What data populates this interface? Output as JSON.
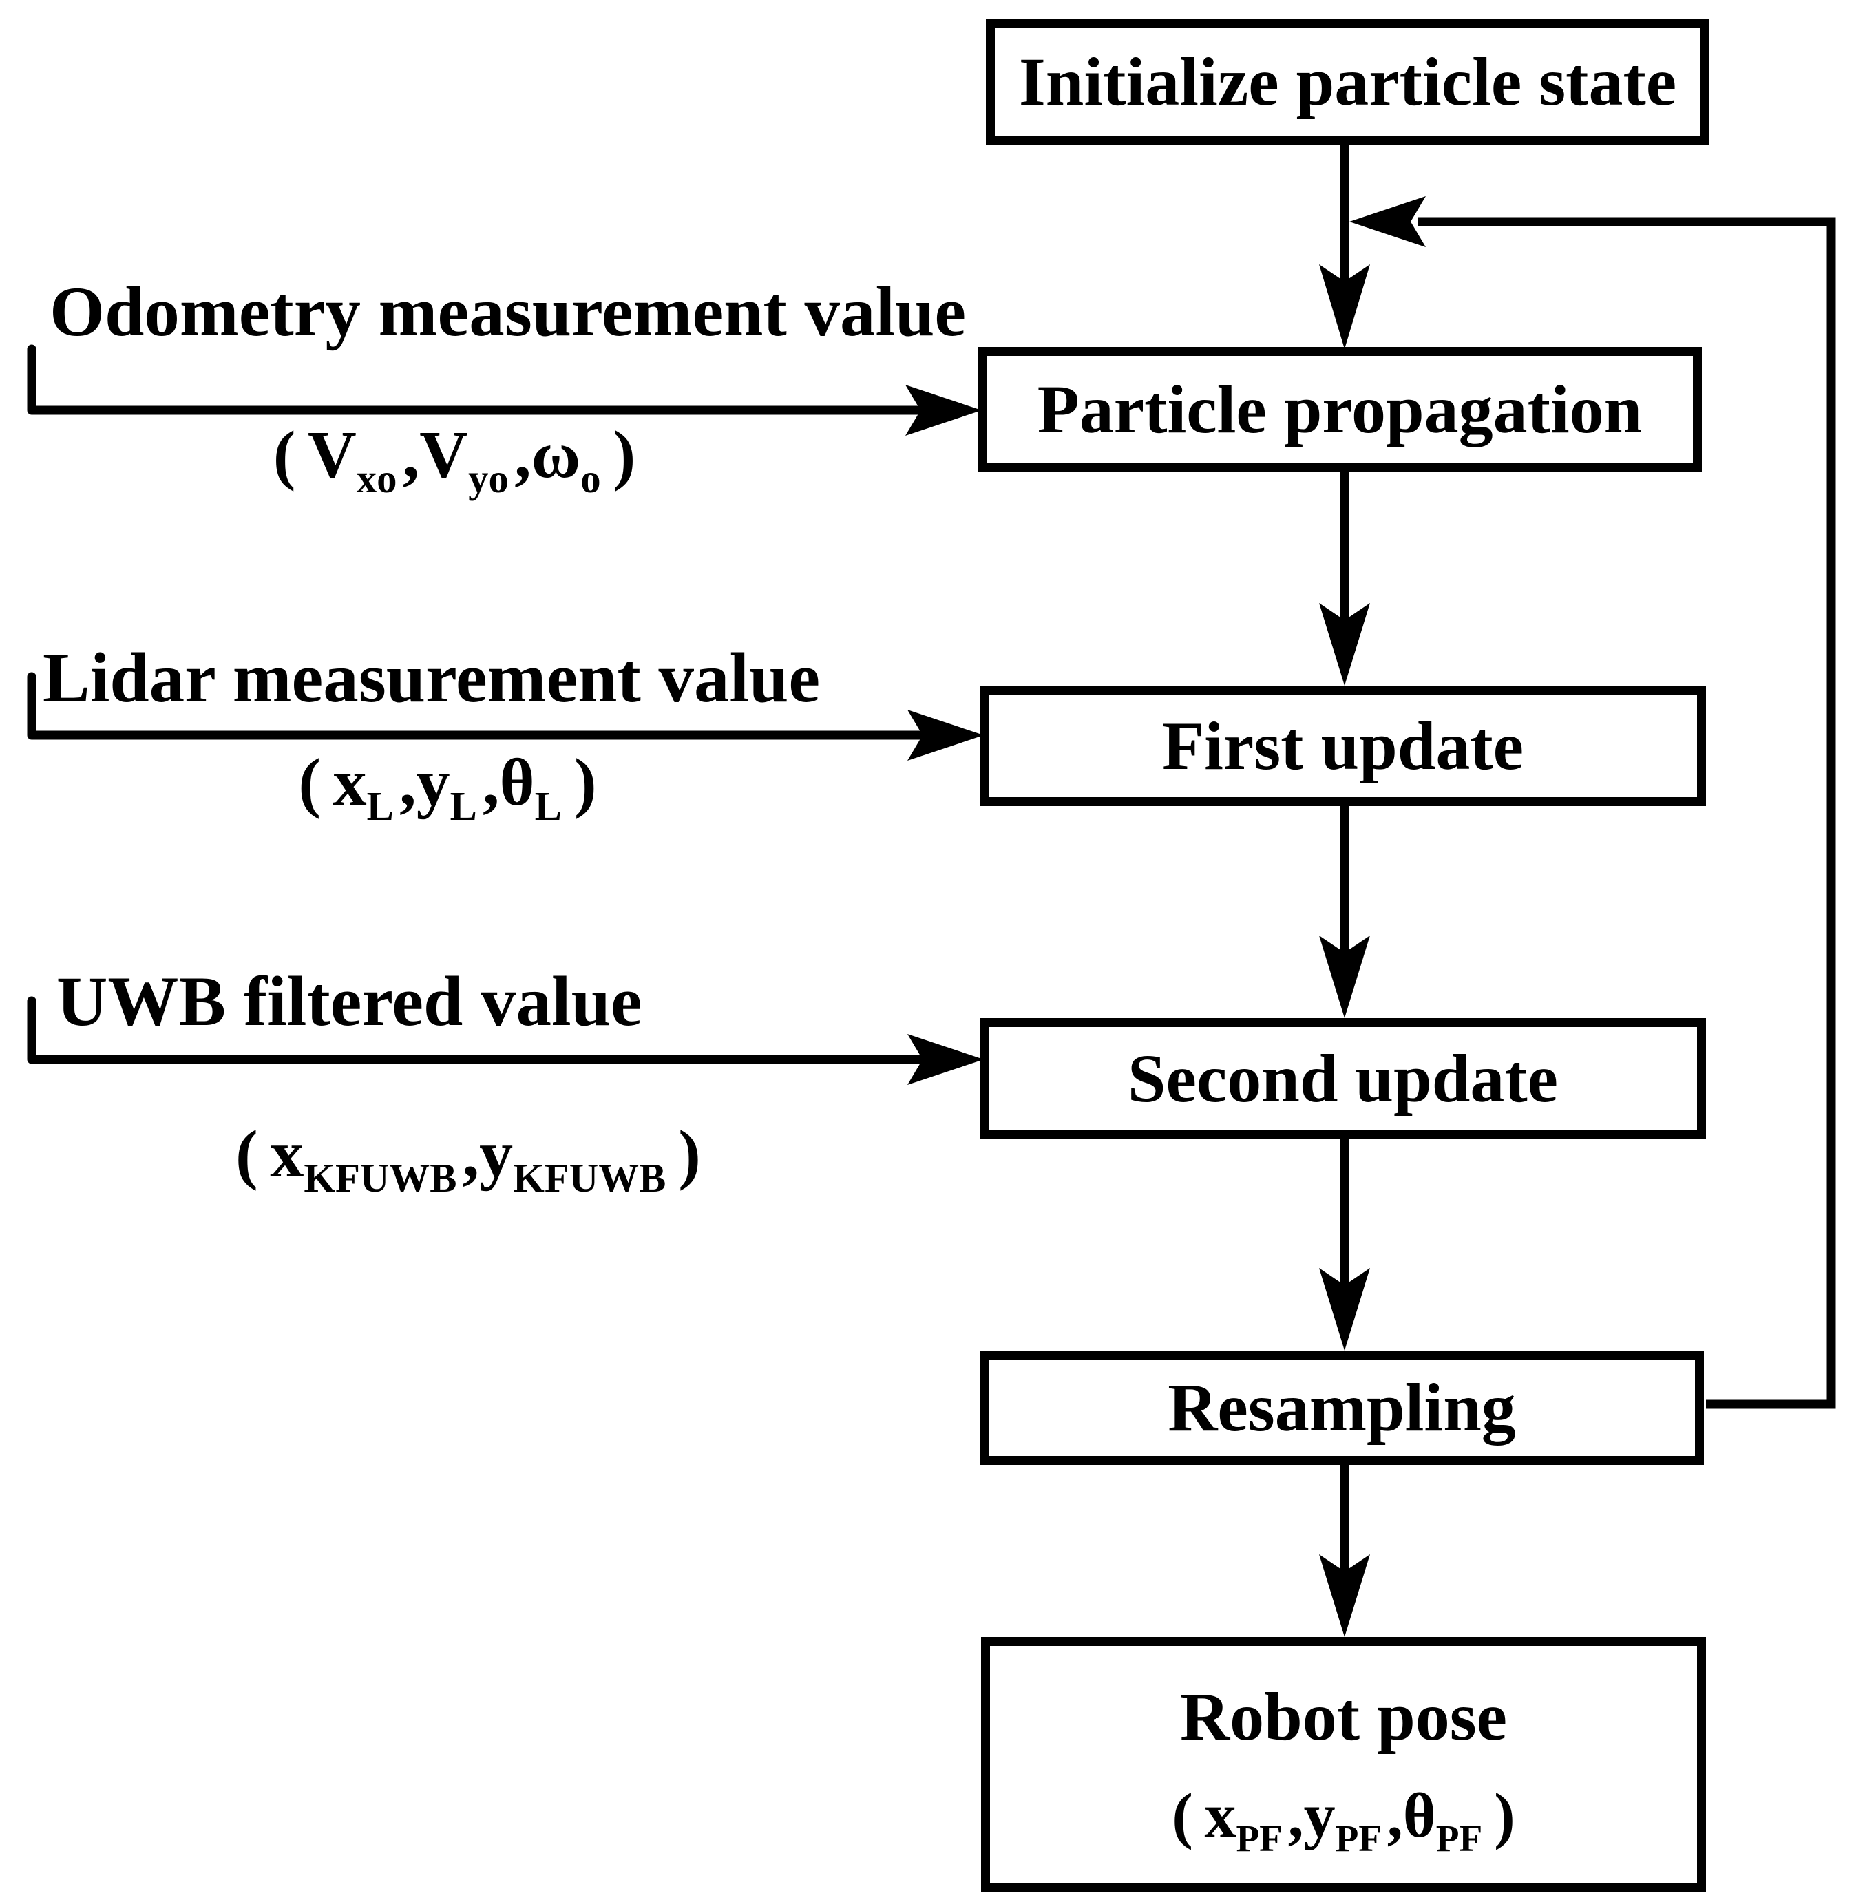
{
  "colors": {
    "ink": "#000000",
    "background": "#ffffff",
    "box_fill": "#ffffff"
  },
  "flow_boxes": [
    {
      "label": "Initialize particle state"
    },
    {
      "label": "Particle propagation"
    },
    {
      "label": "First update"
    },
    {
      "label": "Second update"
    },
    {
      "label": "Resampling"
    },
    {
      "label": "Robot pose"
    }
  ],
  "robot_pose_formula": [
    {
      "t": "("
    },
    {
      "t": "x"
    },
    {
      "t": "PF",
      "sub": true
    },
    {
      "t": ","
    },
    {
      "t": "y"
    },
    {
      "t": "PF",
      "sub": true
    },
    {
      "t": ","
    },
    {
      "t": "θ"
    },
    {
      "t": "PF",
      "sub": true
    },
    {
      "t": ")"
    }
  ],
  "inputs": [
    {
      "label": "Odometry measurement value",
      "formula": [
        {
          "t": "("
        },
        {
          "t": "V"
        },
        {
          "t": "xo",
          "sub": true
        },
        {
          "t": ","
        },
        {
          "t": "V"
        },
        {
          "t": "yo",
          "sub": true
        },
        {
          "t": ","
        },
        {
          "t": "ω"
        },
        {
          "t": "o",
          "sub": true
        },
        {
          "t": ")"
        }
      ]
    },
    {
      "label": "Lidar measurement value",
      "formula": [
        {
          "t": "("
        },
        {
          "t": "x"
        },
        {
          "t": "L",
          "sub": true
        },
        {
          "t": ","
        },
        {
          "t": "y"
        },
        {
          "t": "L",
          "sub": true
        },
        {
          "t": ","
        },
        {
          "t": "θ"
        },
        {
          "t": "L",
          "sub": true
        },
        {
          "t": ")"
        }
      ]
    },
    {
      "label": "UWB filtered value",
      "formula": [
        {
          "t": "("
        },
        {
          "t": "x"
        },
        {
          "t": "KFUWB",
          "sub": true
        },
        {
          "t": ","
        },
        {
          "t": "y"
        },
        {
          "t": "KFUWB",
          "sub": true
        },
        {
          "t": ")"
        }
      ]
    }
  ]
}
